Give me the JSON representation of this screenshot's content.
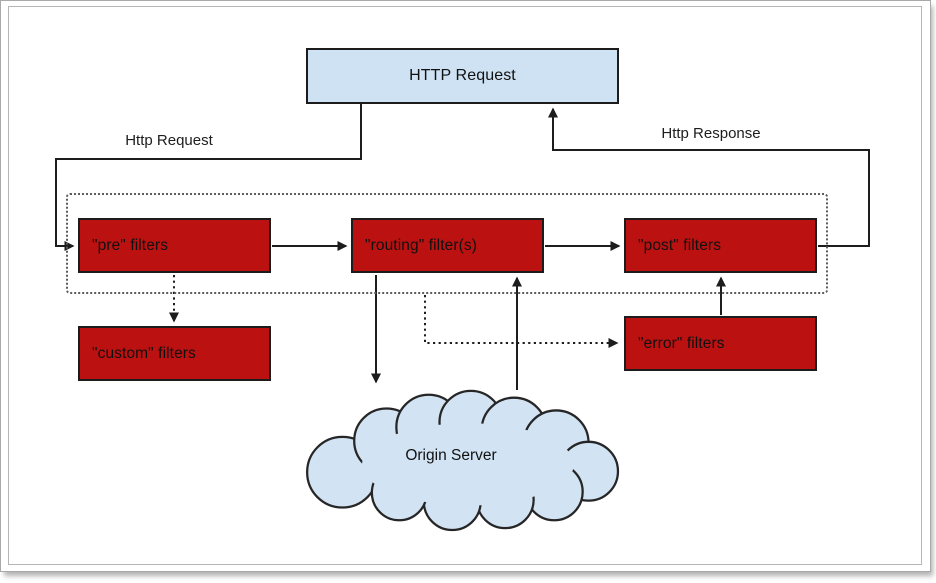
{
  "diagram": {
    "request_box": {
      "label": "HTTP Request"
    },
    "edge_labels": {
      "http_request": "Http Request",
      "http_response": "Http Response"
    },
    "filters": {
      "pre": {
        "label": "\"pre\" filters"
      },
      "routing": {
        "label": "\"routing\" filter(s)"
      },
      "post": {
        "label": "\"post\" filters"
      },
      "custom": {
        "label": "\"custom\" filters"
      },
      "error": {
        "label": "\"error\" filters"
      }
    },
    "cloud": {
      "label": "Origin Server"
    },
    "colors": {
      "filter_red": "#bb1111",
      "box_blue": "#cfe2f3",
      "line": "#1d1d1d",
      "dotted": "#5c5c5c",
      "frame_border": "#a9a9a9"
    }
  }
}
